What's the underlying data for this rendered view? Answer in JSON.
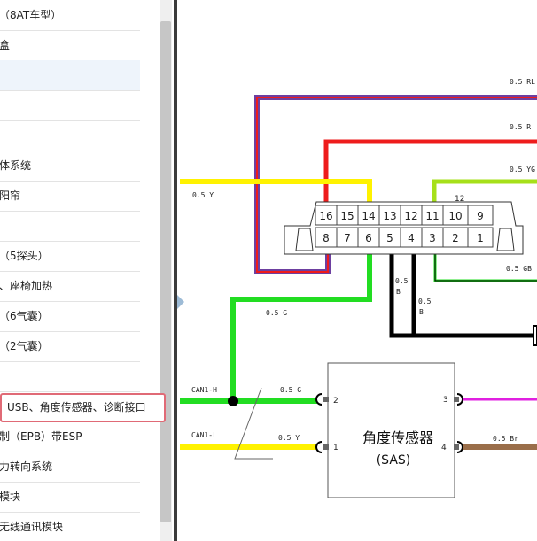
{
  "sidebar": {
    "items": [
      {
        "label": "（8AT车型）"
      },
      {
        "label": "盒"
      },
      {
        "label": ""
      },
      {
        "label": ""
      },
      {
        "label": ""
      },
      {
        "label": "体系统"
      },
      {
        "label": "阳帘"
      },
      {
        "label": ""
      },
      {
        "label": "（5探头）"
      },
      {
        "label": "、座椅加热"
      },
      {
        "label": "（6气囊）"
      },
      {
        "label": "（2气囊）"
      },
      {
        "label": ""
      },
      {
        "label": "USB、角度传感器、诊断接口"
      },
      {
        "label": "制（EPB）带ESP"
      },
      {
        "label": "力转向系统"
      },
      {
        "label": "模块"
      },
      {
        "label": "无线通讯模块"
      }
    ]
  },
  "diagram": {
    "wire_labels": {
      "rl": "0.5 RL",
      "r": "0.5 R",
      "yg": "0.5 YG",
      "y_top": "0.5 Y",
      "gb": "0.5 GB",
      "g": "0.5 G",
      "b1": "0.5",
      "b1b": "B",
      "b2": "0.5",
      "b2b": "B",
      "can_h": "CAN1-H",
      "can_h_g": "0.5 G",
      "can_l": "CAN1-L",
      "can_l_y": "0.5 Y",
      "br": "0.5 Br"
    },
    "connector": {
      "top_pins": [
        "16",
        "15",
        "14",
        "13",
        "12",
        "11",
        "10",
        "9"
      ],
      "bottom_pins": [
        "8",
        "7",
        "6",
        "5",
        "4",
        "3",
        "2",
        "1"
      ],
      "pin_note": "12"
    },
    "sensor": {
      "title": "角度传感器",
      "subtitle": "(SAS)",
      "pins": [
        "2",
        "1",
        "3",
        "4"
      ]
    },
    "colors": {
      "red": "#ee1c1c",
      "purple": "#6d3fa0",
      "yellow": "#fff200",
      "lime": "#a6e01a",
      "green": "#22dd22",
      "black": "#000000",
      "magenta": "#e020e0",
      "brown": "#9a6e4a"
    }
  }
}
